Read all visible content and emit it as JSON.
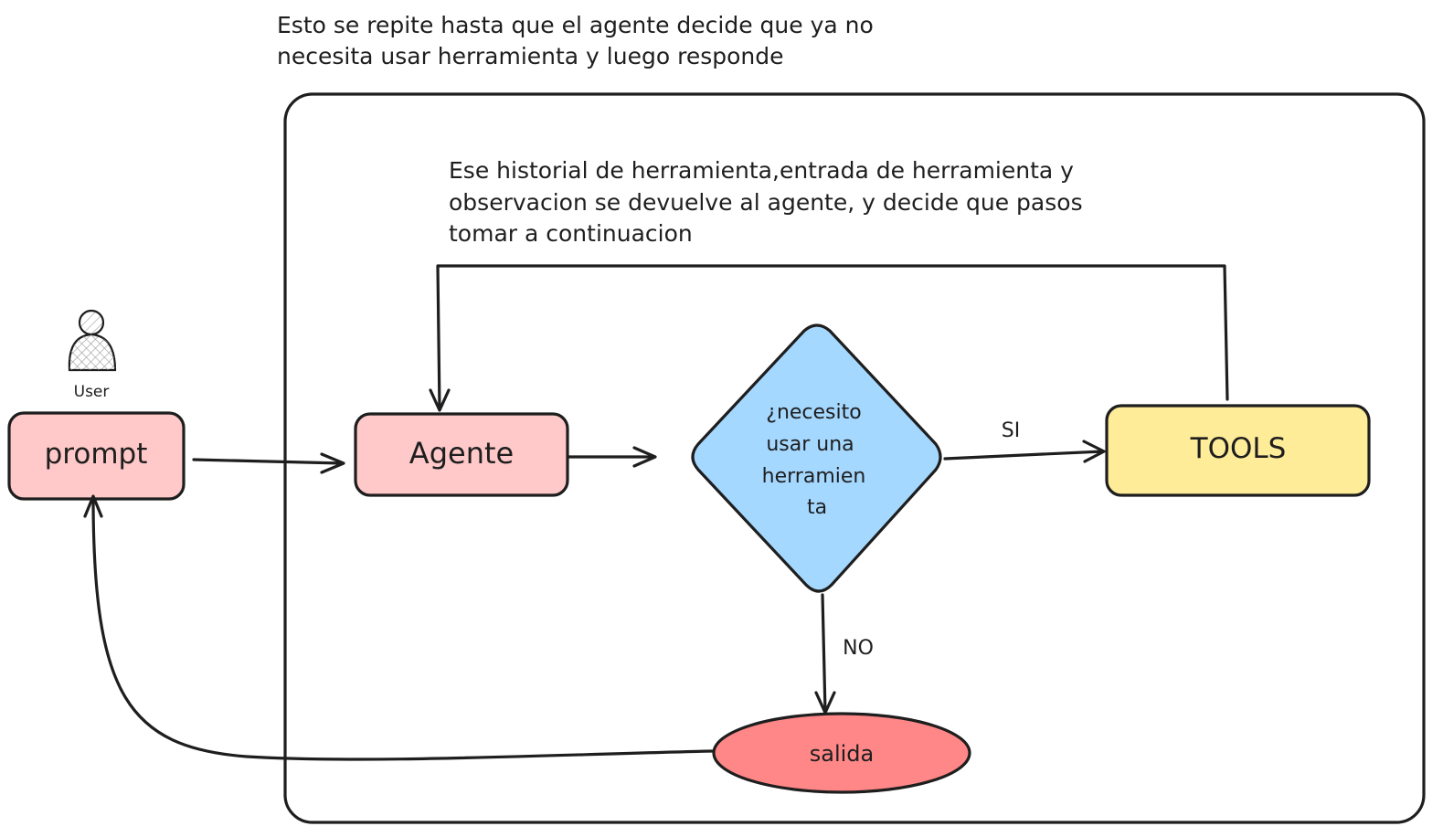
{
  "notes": {
    "top": [
      "Esto se repite hasta que el agente decide que ya no",
      "necesita usar herramienta y luego responde"
    ],
    "loop": [
      "Ese historial de herramienta,entrada de herramienta y",
      "observacion se devuelve al agente, y decide que pasos",
      "tomar a continuacion"
    ]
  },
  "nodes": {
    "user": {
      "label": "User"
    },
    "prompt": {
      "label": "prompt",
      "color": "#ffc9c9"
    },
    "agente": {
      "label": "Agente",
      "color": "#ffc9c9"
    },
    "decision": {
      "lines": [
        "¿necesito",
        "usar una",
        "herramien",
        "ta"
      ],
      "color": "#a5d8ff"
    },
    "tools": {
      "label": "TOOLS",
      "color": "#ffec99"
    },
    "salida": {
      "label": "salida",
      "color": "#ff8787"
    }
  },
  "edges": {
    "si": "SI",
    "no": "NO"
  }
}
